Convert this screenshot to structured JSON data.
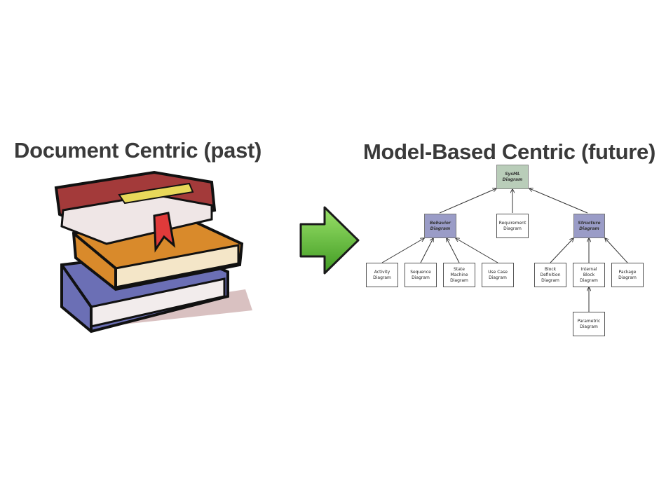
{
  "left_title": "Document Centric (past)",
  "right_title": "Model-Based Centric (future)",
  "images": {
    "books": "stack-of-books-icon",
    "arrow": "green-right-arrow-icon"
  },
  "colors": {
    "root_fill": "#b9cdb9",
    "category_fill": "#9a9cc7",
    "arrow_green": "#5fb83b",
    "heading": "#3a3a3a"
  },
  "diagram": {
    "root": "SysML\nDiagram",
    "behavior": "Behavior\nDiagram",
    "requirement": "Requirement\nDiagram",
    "structure": "Structure\nDiagram",
    "activity": "Activity\nDiagram",
    "sequence": "Sequence\nDiagram",
    "state_machine": "State\nMachine\nDiagram",
    "use_case": "Use Case\nDiagram",
    "block_definition": "Block\nDefinition\nDiagram",
    "internal_block": "Internal\nBlock\nDiagram",
    "package": "Package\nDiagram",
    "parametric": "Parametric\nDiagram"
  }
}
